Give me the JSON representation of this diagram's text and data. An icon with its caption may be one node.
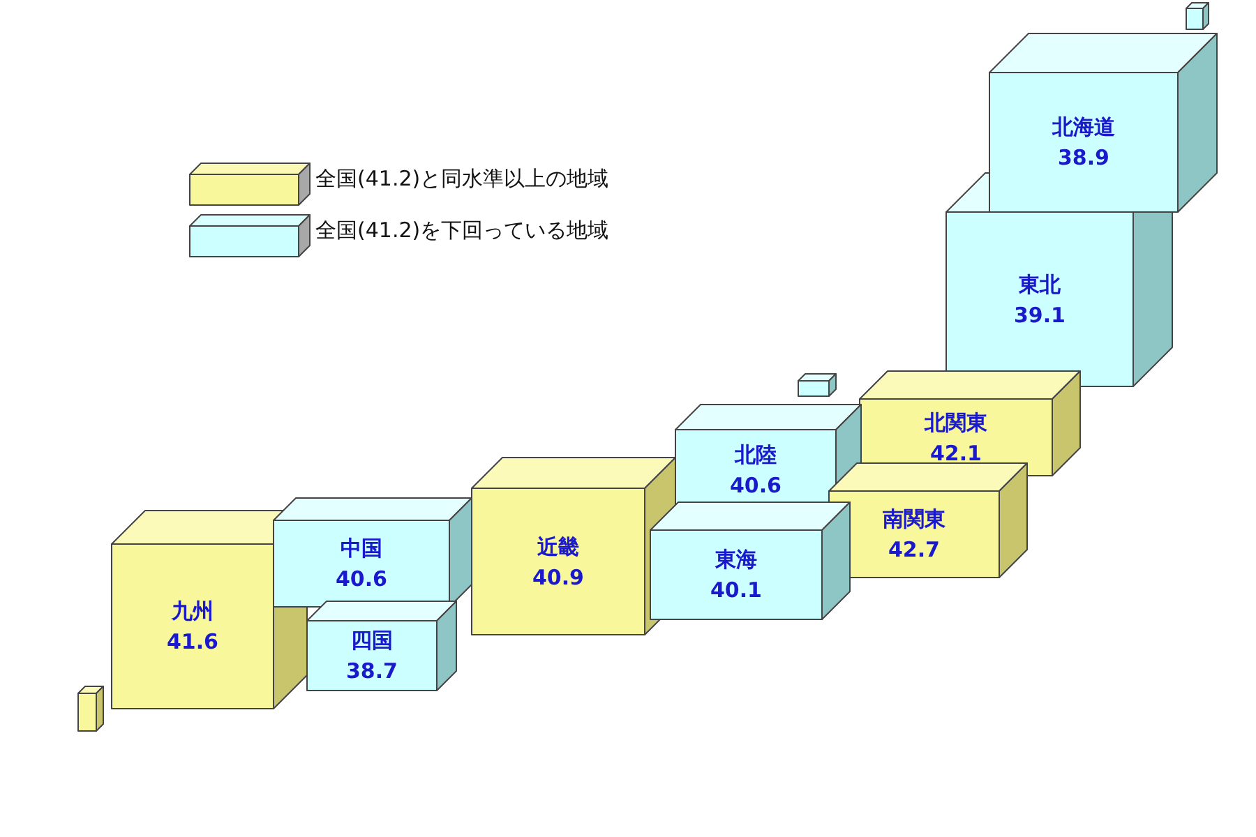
{
  "diagram": {
    "nodes": [
      {
        "text": [
          "北海道",
          "38.9"
        ]
      },
      {
        "text": [
          "東北",
          "39.1"
        ]
      },
      {
        "text": [
          "北関東",
          "42.1"
        ]
      },
      {
        "text": [
          "北陸",
          "40.6"
        ]
      },
      {
        "text": [
          "南関東",
          "42.7"
        ]
      },
      {
        "text": [
          "近畿",
          "40.9"
        ]
      },
      {
        "text": [
          "中国",
          "40.6"
        ]
      },
      {
        "text": [
          "東海",
          "40.1"
        ]
      },
      {
        "text": [
          "九州",
          "41.6"
        ]
      },
      {
        "text": [
          "四国",
          "38.7"
        ]
      },
      {
        "text": [],
        "shape": "box"
      },
      {
        "text": [],
        "shape": "box"
      },
      {
        "text": [],
        "shape": "box"
      }
    ],
    "legend": [
      {
        "text": "全国(41.2)と同水準以上の地域",
        "color": "#f9f79b"
      },
      {
        "text": "全国(41.2)を下回っている地域",
        "color": "#ccffff"
      }
    ]
  }
}
